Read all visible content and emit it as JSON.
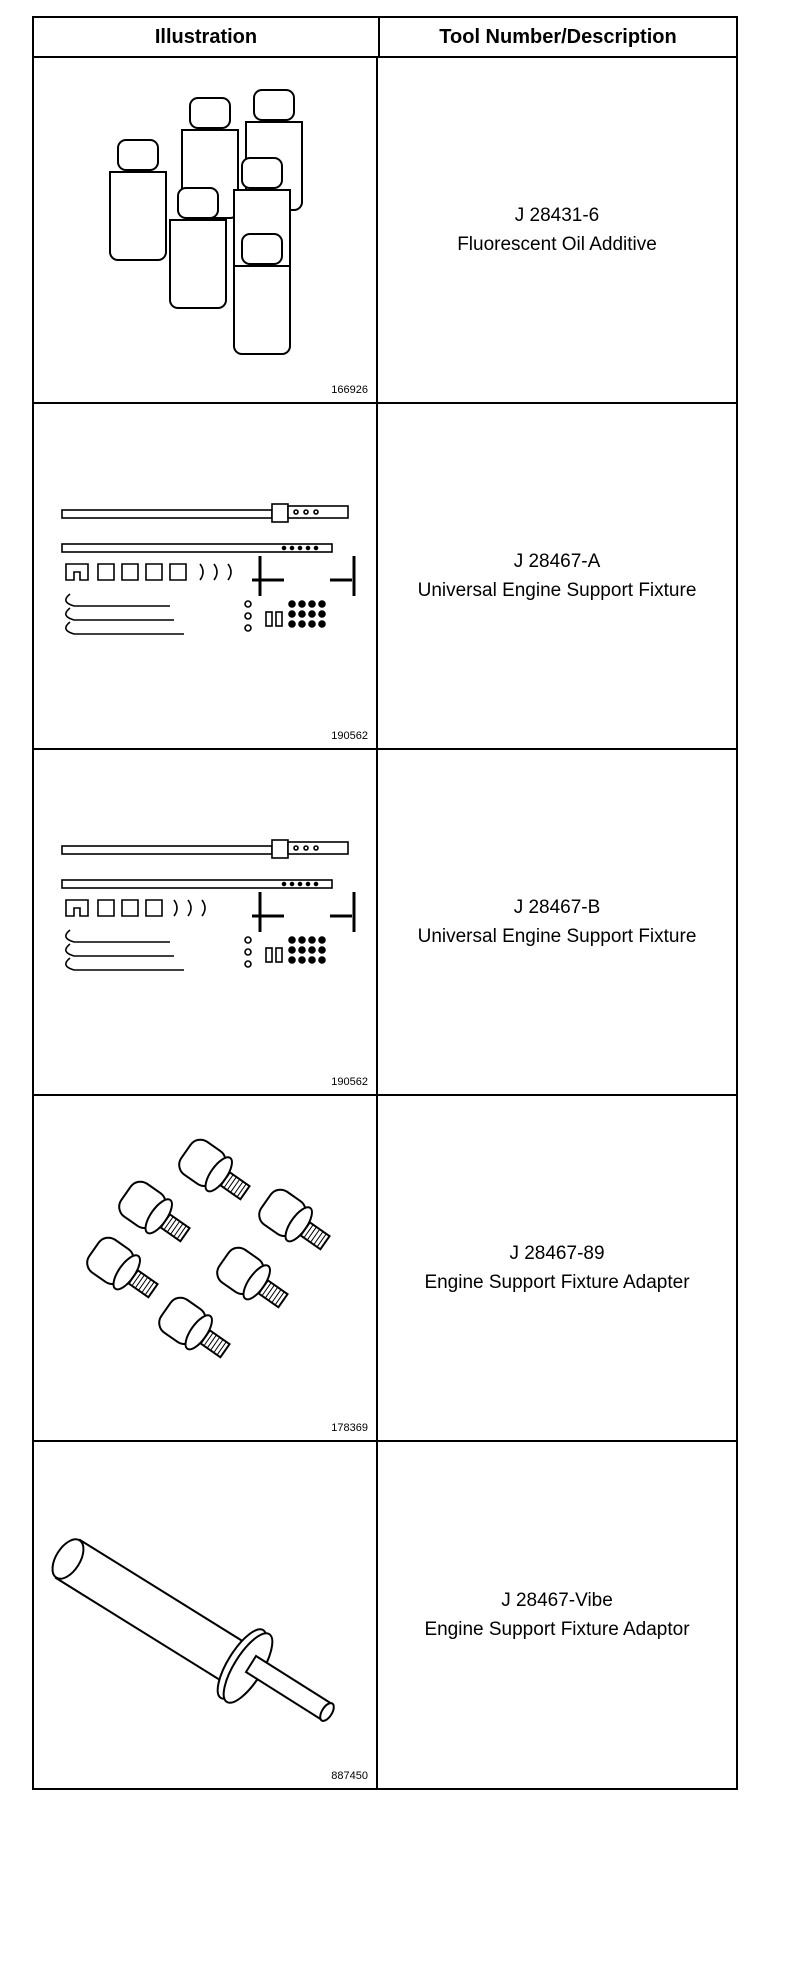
{
  "header": {
    "col_illustration": "Illustration",
    "col_description": "Tool Number/Description"
  },
  "rows": [
    {
      "figure": "166926",
      "tool_number": "J 28431-6",
      "description": "Fluorescent Oil Additive",
      "icon": "bottles-icon"
    },
    {
      "figure": "190562",
      "tool_number": "J 28467-A",
      "description": "Universal Engine Support Fixture",
      "icon": "support-fixture-kit-icon"
    },
    {
      "figure": "190562",
      "tool_number": "J 28467-B",
      "description": "Universal Engine Support Fixture",
      "icon": "support-fixture-kit-icon"
    },
    {
      "figure": "178369",
      "tool_number": "J 28467-89",
      "description": "Engine Support Fixture Adapter",
      "icon": "threaded-adapters-icon"
    },
    {
      "figure": "887450",
      "tool_number": "J 28467-Vibe",
      "description": "Engine Support Fixture Adaptor",
      "icon": "adaptor-shaft-icon"
    }
  ]
}
